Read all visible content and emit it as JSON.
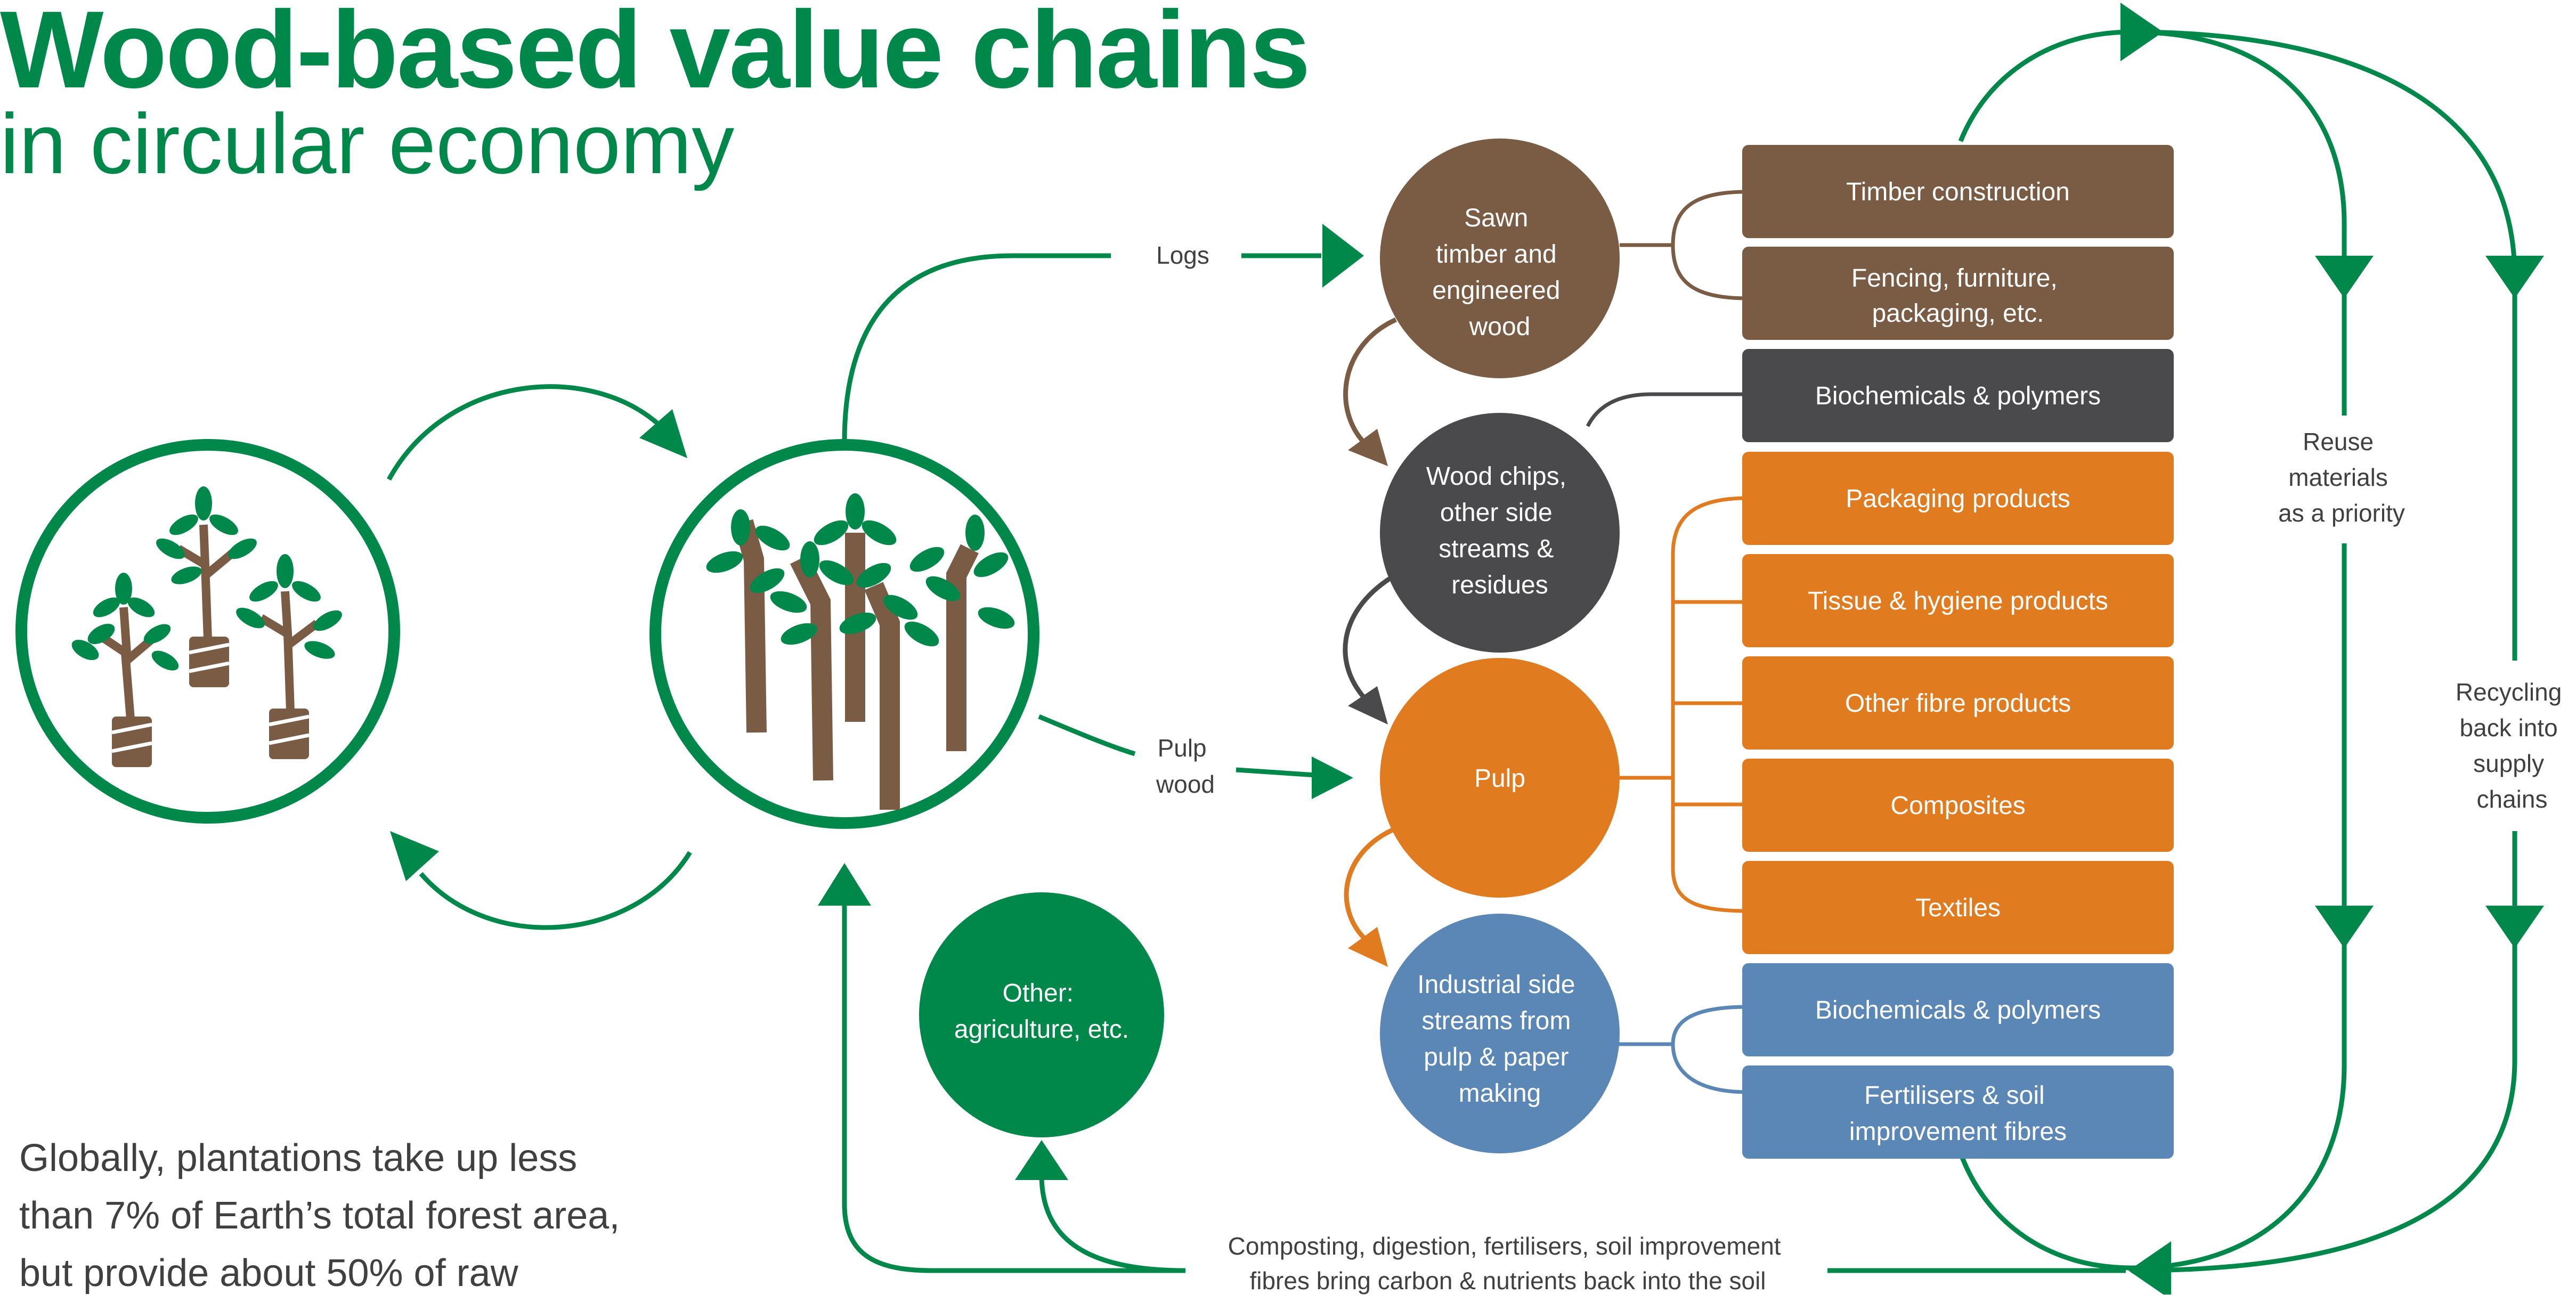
{
  "header": {
    "title": "Wood-based value chains",
    "subtitle": "in circular economy"
  },
  "footnote": {
    "lines": [
      "Globally, plantations take up less",
      "than 7% of Earth’s total forest area,",
      "but provide about 50% of raw"
    ]
  },
  "colors": {
    "green": "#00874a",
    "brown": "#7a5c45",
    "dark": "#4a4a4c",
    "orange": "#e07b20",
    "blue": "#5b87b6",
    "trunk": "#7a5c45",
    "leaf": "#00874a"
  },
  "flow_labels": {
    "logs": "Logs",
    "pulp_wood": [
      "Pulp",
      "wood"
    ],
    "reuse": [
      "Reuse",
      "materials",
      "as a priority"
    ],
    "recycling": [
      "Recycling",
      "back into",
      "supply",
      "chains"
    ],
    "composting": [
      "Composting, digestion, fertilisers, soil improvement",
      "fibres bring carbon & nutrients back into the soil"
    ]
  },
  "nodes": {
    "sawn": [
      "Sawn",
      "timber and",
      "engineered",
      "wood"
    ],
    "chips": [
      "Wood chips,",
      "other side",
      "streams &",
      "residues"
    ],
    "pulp": [
      "Pulp"
    ],
    "industrial": [
      "Industrial side",
      "streams from",
      "pulp &  paper",
      "making"
    ],
    "other": [
      "Other:",
      "agriculture, etc."
    ]
  },
  "products": {
    "timber": [
      "Timber construction"
    ],
    "fencing": [
      "Fencing, furniture,",
      "packaging, etc."
    ],
    "biochem1": [
      "Biochemicals & polymers"
    ],
    "packaging": [
      "Packaging products"
    ],
    "tissue": [
      "Tissue & hygiene products"
    ],
    "other_fibre": [
      "Other fibre products"
    ],
    "composites": [
      "Composites"
    ],
    "textiles": [
      "Textiles"
    ],
    "biochem2": [
      "Biochemicals & polymers"
    ],
    "fertilisers": [
      "Fertilisers & soil",
      "improvement fibres"
    ]
  }
}
